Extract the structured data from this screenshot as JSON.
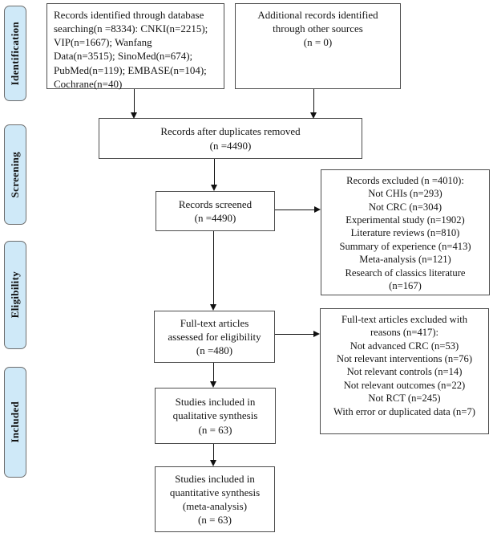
{
  "figure_type": "prisma-flow-diagram",
  "colors": {
    "stage_fill": "#cfe9f8",
    "stage_border": "#6e6e6e",
    "box_border": "#4d4d4d",
    "text": "#141414",
    "background": "#ffffff"
  },
  "stages": [
    {
      "label": "Identification"
    },
    {
      "label": "Screening"
    },
    {
      "label": "Eligibility"
    },
    {
      "label": "Included"
    }
  ],
  "boxes": {
    "database_search": "Records identified through database\nsearching(n =8334): CNKI(n=2215);\nVIP(n=1667); Wanfang\nData(n=3515); SinoMed(n=674);\nPubMed(n=119); EMBASE(n=104);\nCochrane(n=40)",
    "other_sources": "Additional records identified\nthrough other sources\n(n = 0)",
    "duplicates_removed": "Records after duplicates removed\n(n =4490)",
    "records_screened": "Records screened\n(n =4490)",
    "records_excluded": "Records excluded (n =4010):\nNot CHIs (n=293)\nNot CRC (n=304)\nExperimental study (n=1902)\nLiterature reviews (n=810)\nSummary of experience (n=413)\nMeta-analysis (n=121)\nResearch of classics literature\n(n=167)",
    "fulltext_assessed": "Full-text articles\nassessed for eligibility\n(n =480)",
    "fulltext_excluded": "Full-text articles excluded with\nreasons (n=417):\nNot advanced CRC (n=53)\nNot relevant interventions (n=76)\nNot relevant controls (n=14)\nNot relevant outcomes (n=22)\nNot RCT (n=245)\nWith error or duplicated data (n=7)",
    "qualitative_synthesis": "Studies included in\nqualitative synthesis\n(n = 63)",
    "quantitative_synthesis": "Studies included in\nquantitative synthesis\n(meta-analysis)\n(n = 63)"
  }
}
